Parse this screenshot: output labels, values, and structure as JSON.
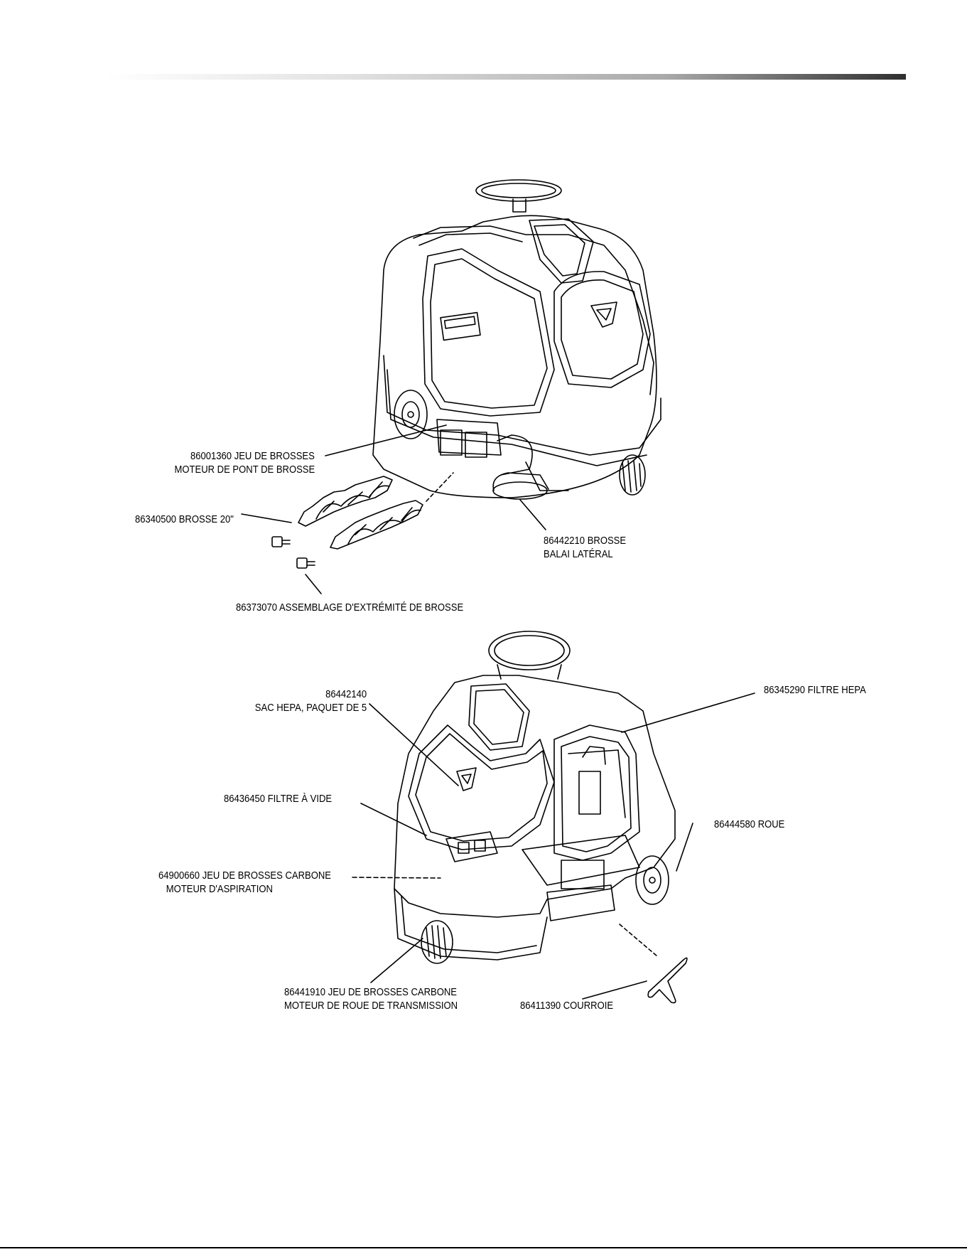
{
  "callouts": {
    "brush_set_bridge": {
      "line1": "86001360 JEU DE BROSSES",
      "line2": "MOTEUR DE PONT DE BROSSE"
    },
    "brush_20": {
      "line1": "86340500 BROSSE 20\""
    },
    "side_broom": {
      "line1": "86442210 BROSSE",
      "line2": "BALAI LATÉRAL"
    },
    "brush_end": {
      "line1": "86373070 ASSEMBLAGE D'EXTRÉMITÉ DE BROSSE"
    },
    "hepa_bag": {
      "line1": "86442140",
      "line2": "SAC HEPA, PAQUET DE 5"
    },
    "hepa_filter": {
      "line1": "86345290 FILTRE HEPA"
    },
    "vacuum_filter": {
      "line1": "86436450  FILTRE À VIDE"
    },
    "wheel": {
      "line1": "86444580  ROUE"
    },
    "vac_motor_brushes": {
      "line1": "64900660 JEU DE BROSSES CARBONE",
      "line2": "MOTEUR D'ASPIRATION"
    },
    "drive_motor_brushes": {
      "line1": "86441910 JEU DE BROSSES CARBONE",
      "line2": "MOTEUR DE ROUE DE TRANSMISSION"
    },
    "belt": {
      "line1": "86411390 COURROIE"
    }
  },
  "icons": [
    "machine-top-view",
    "machine-rear-view",
    "cylindrical-brush",
    "brush-end-cap",
    "side-broom",
    "belt"
  ]
}
